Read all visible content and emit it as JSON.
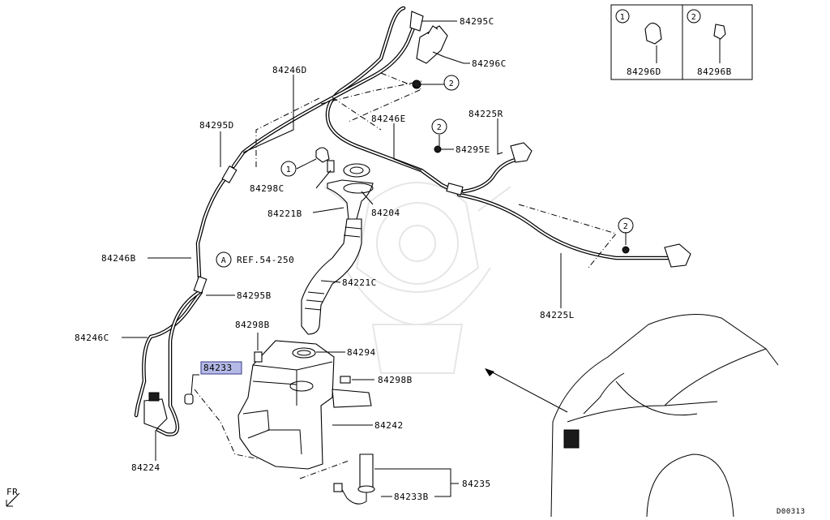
{
  "diagram": {
    "labels": {
      "p84295C": "84295C",
      "p84296C": "84296C",
      "p84246D": "84246D",
      "p84295D": "84295D",
      "p84246E": "84246E",
      "p84225R": "84225R",
      "p84295E": "84295E",
      "p84298C": "84298C",
      "p84204": "84204",
      "p84221B": "84221B",
      "p84246B": "84246B",
      "ref": "REF.54-250",
      "p84221C": "84221C",
      "p84295B": "84295B",
      "p84225L": "84225L",
      "p84246C": "84246C",
      "p84298B_top": "84298B",
      "p84294": "84294",
      "p84233": "84233",
      "p84298B": "84298B",
      "p84242": "84242",
      "p84224": "84224",
      "p84235": "84235",
      "p84233B": "84233B",
      "fr": "FR",
      "code": "D00313"
    },
    "callouts": {
      "c1": "1",
      "c2": "2",
      "cA": "A"
    },
    "legend": {
      "item1_num": "1",
      "item1_label": "84296D",
      "item2_num": "2",
      "item2_label": "84296B"
    },
    "highlight_color": "#b4b9e6"
  }
}
